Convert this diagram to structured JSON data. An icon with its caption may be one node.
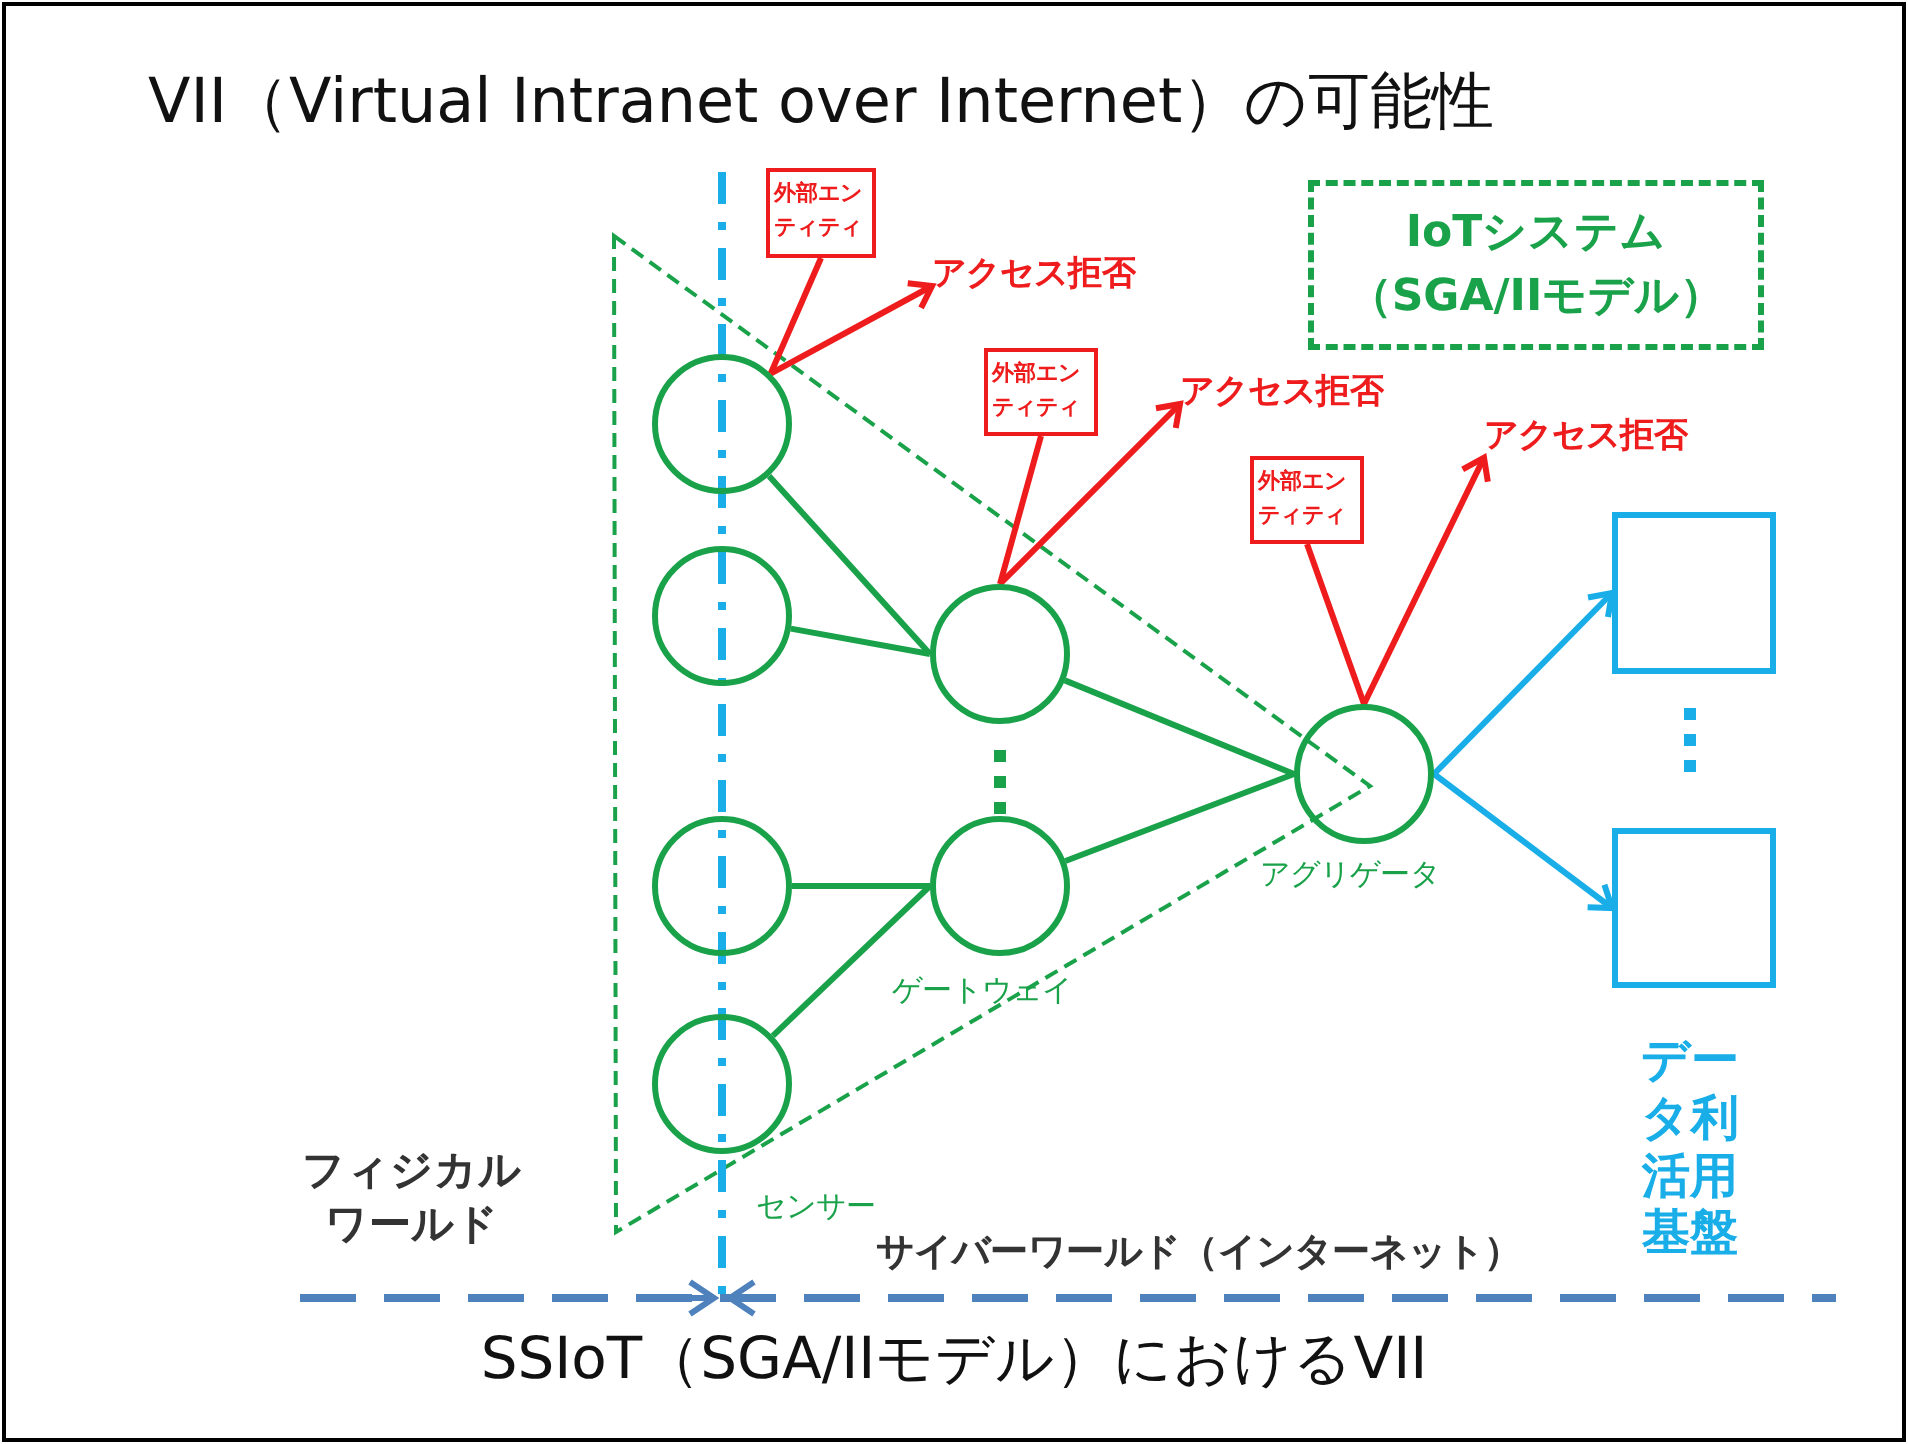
{
  "diagram": {
    "title": "VII（Virtual Intranet over Internet）の可能性",
    "caption": "SSIoT（SGA/IIモデル）におけるVII",
    "nodes": [
      {
        "text": [],
        "shape": "circle"
      },
      {
        "text": [],
        "shape": "circle"
      },
      {
        "text": [],
        "shape": "circle"
      },
      {
        "text": [],
        "shape": "circle",
        "beside": [
          "センサー"
        ]
      },
      {
        "text": [],
        "shape": "circle"
      },
      {
        "text": [],
        "shape": "circle",
        "beside": [
          "ゲートウェイ"
        ]
      },
      {
        "text": [],
        "shape": "circle",
        "beside": [
          "アグリゲータ"
        ]
      },
      {
        "text": [],
        "shape": "box"
      },
      {
        "text": [],
        "shape": "box",
        "beside": [
          "データ利活用基盤"
        ]
      },
      {
        "text": [
          "外部エンティティ"
        ]
      },
      {
        "text": [
          "外部エンティティ"
        ]
      },
      {
        "text": [
          "外部エンティティ"
        ]
      },
      {
        "text": [
          "アクセス拒否"
        ]
      },
      {
        "text": [
          "アクセス拒否"
        ]
      },
      {
        "text": [
          "アクセス拒否"
        ]
      },
      {
        "text": [
          "IoTシステム（SGA/IIモデル）"
        ]
      }
    ],
    "edges": [
      {
        "from": 0,
        "to": 4,
        "arrow": "none"
      },
      {
        "from": 1,
        "to": 4,
        "arrow": "none"
      },
      {
        "from": 2,
        "to": 5,
        "arrow": "none"
      },
      {
        "from": 3,
        "to": 5,
        "arrow": "none"
      },
      {
        "from": 4,
        "to": 6,
        "arrow": "none"
      },
      {
        "from": 5,
        "to": 6,
        "arrow": "none"
      },
      {
        "from": 6,
        "to": 7,
        "arrow": "to",
        "color": "#19aee8"
      },
      {
        "from": 6,
        "to": 8,
        "arrow": "to",
        "color": "#19aee8"
      },
      {
        "from": 9,
        "to": 0,
        "arrow": "none",
        "color": "#ee1c1c"
      },
      {
        "from": 0,
        "to": 12,
        "arrow": "to",
        "color": "#ee1c1c"
      },
      {
        "from": 10,
        "to": 4,
        "arrow": "none",
        "color": "#ee1c1c"
      },
      {
        "from": 4,
        "to": 13,
        "arrow": "to",
        "color": "#ee1c1c"
      },
      {
        "from": 11,
        "to": 6,
        "arrow": "none",
        "color": "#ee1c1c"
      },
      {
        "from": 6,
        "to": 14,
        "arrow": "to",
        "color": "#ee1c1c"
      }
    ],
    "labels": [
      "フィジカルワールド",
      "サイバーワールド（インターネット）"
    ]
  }
}
